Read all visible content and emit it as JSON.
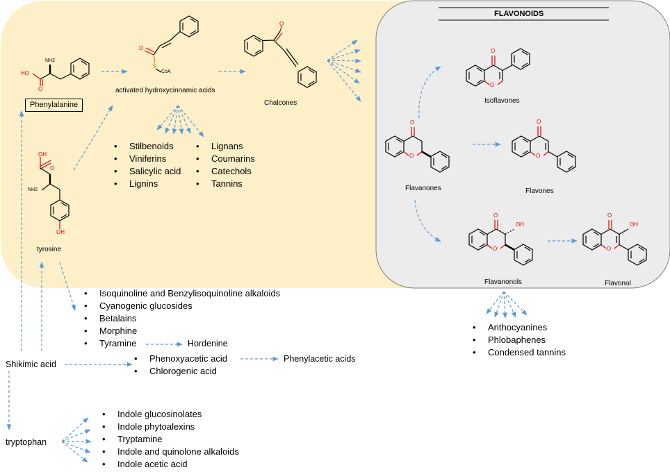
{
  "title": "FLAVONOIDS",
  "nodes": {
    "phenylalanine": "Phenylalanine",
    "activated": "activated hydroxycinnamic acids",
    "coa": "CoA",
    "sulfur": "S",
    "chalcones": "Chalcones",
    "tyrosine": "tyrosine",
    "isoflavones": "Isoflavones",
    "flavanones": "Flavanones",
    "flavones": "Flavones",
    "flavanonols": "Flavanonols",
    "flavonol": "Flavonol",
    "shikimic": "Shikimic acid",
    "tryptophan": "tryptophan",
    "hordenine": "Hordenine",
    "phenylacetic": "Phenylacetic acids"
  },
  "atoms": {
    "ho": "HO",
    "oh": "OH",
    "nh2": "NH2",
    "o": "O"
  },
  "lists": {
    "hca_left": [
      "Stilbenoids",
      "Viniferins",
      "Salicylic acid",
      "Lignins"
    ],
    "hca_right": [
      "Lignans",
      "Coumarins",
      "Catechols",
      "Tannins"
    ],
    "tyrosine_products": [
      "Isoquinoline and Benzylisoquinoline alkaloids",
      "Cyanogenic glucosides",
      "Betalains",
      "Morphine",
      "Tyramine"
    ],
    "shikimic_products": [
      "Phenoxyacetic acid",
      "Chlorogenic acid"
    ],
    "flavanonol_products": [
      "Anthocyanines",
      "Phlobaphenes",
      "Condensed tannins"
    ],
    "tryptophan_products": [
      "Indole glucosinolates",
      "Indole phytoalexins",
      "Tryptamine",
      "Indole and quinolone alkaloids",
      "Indole acetic acid"
    ]
  },
  "colors": {
    "yellow_panel": "#fdefc8",
    "grey_panel": "#ececec",
    "arrow": "#5b9bd5",
    "oxygen": "#e00000"
  }
}
